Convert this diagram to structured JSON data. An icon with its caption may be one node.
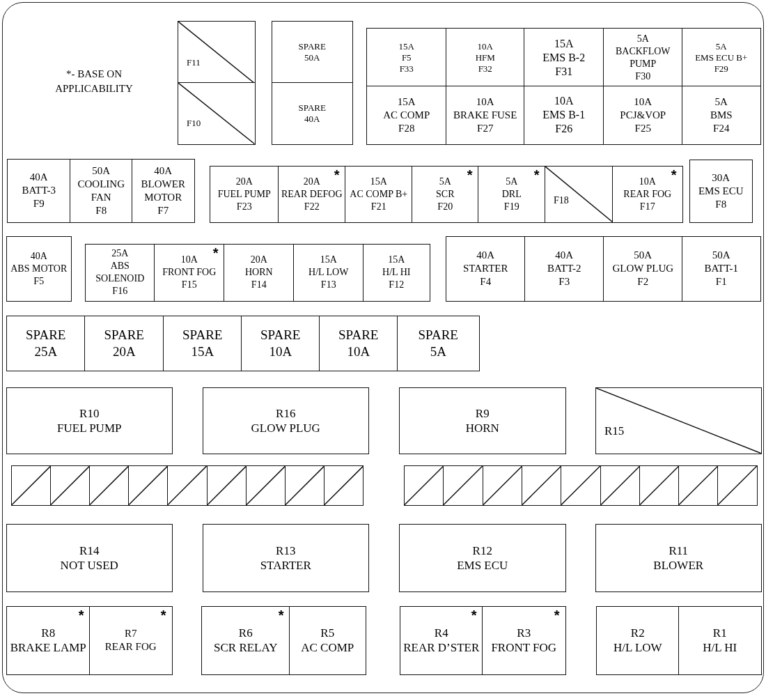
{
  "diagram": {
    "nodes": [
      {
        "text": [
          "F11"
        ]
      },
      {
        "text": [
          "F10"
        ]
      },
      {
        "text": [
          "SPARE",
          "50A"
        ]
      },
      {
        "text": [
          "SPARE",
          "40A"
        ]
      },
      {
        "text": [
          "15A",
          "F5",
          "F33"
        ]
      },
      {
        "text": [
          "10A",
          "HFM",
          "F32"
        ]
      },
      {
        "text": [
          "15A",
          "EMS B-2",
          "F31"
        ]
      },
      {
        "text": [
          "5A",
          "BACKFLOW PUMP",
          "F30"
        ]
      },
      {
        "text": [
          "5A",
          "EMS ECU B+",
          "F29"
        ]
      },
      {
        "text": [
          "15A",
          "AC COMP",
          "F28"
        ]
      },
      {
        "text": [
          "10A",
          "BRAKE FUSE",
          "F27"
        ]
      },
      {
        "text": [
          "10A",
          "EMS B-1",
          "F26"
        ]
      },
      {
        "text": [
          "10A",
          "PCJ&VOP",
          "F25"
        ]
      },
      {
        "text": [
          "5A",
          "BMS",
          "F24"
        ]
      },
      {
        "text": [
          "40A",
          "BATT-3",
          "F9"
        ]
      },
      {
        "text": [
          "50A",
          "COOLING FAN",
          "F8"
        ]
      },
      {
        "text": [
          "40A",
          "BLOWER MOTOR",
          "F7"
        ]
      },
      {
        "text": [
          "20A",
          "FUEL PUMP",
          "F23"
        ]
      },
      {
        "text": [
          "20A",
          "REAR DEFOG",
          "F22",
          "*"
        ]
      },
      {
        "text": [
          "15A",
          "AC COMP B+",
          "F21"
        ]
      },
      {
        "text": [
          "5A",
          "SCR",
          "F20",
          "*"
        ]
      },
      {
        "text": [
          "5A",
          "DRL",
          "F19",
          "*"
        ]
      },
      {
        "text": [
          "F18"
        ]
      },
      {
        "text": [
          "10A",
          "REAR FOG",
          "F17",
          "*"
        ]
      },
      {
        "text": [
          "30A",
          "EMS ECU",
          "F8"
        ]
      },
      {
        "text": [
          "40A",
          "ABS MOTOR",
          "F5"
        ]
      },
      {
        "text": [
          "25A",
          "ABS SOLENOID",
          "F16"
        ]
      },
      {
        "text": [
          "10A",
          "FRONT FOG",
          "F15",
          "*"
        ]
      },
      {
        "text": [
          "20A",
          "HORN",
          "F14"
        ]
      },
      {
        "text": [
          "15A",
          "H/L LOW",
          "F13"
        ]
      },
      {
        "text": [
          "15A",
          "H/L HI",
          "F12"
        ]
      },
      {
        "text": [
          "40A",
          "STARTER",
          "F4"
        ]
      },
      {
        "text": [
          "40A",
          "BATT-2",
          "F3"
        ]
      },
      {
        "text": [
          "50A",
          "GLOW PLUG",
          "F2"
        ]
      },
      {
        "text": [
          "50A",
          "BATT-1",
          "F1"
        ]
      },
      {
        "text": [
          "SPARE",
          "25A"
        ]
      },
      {
        "text": [
          "SPARE",
          "20A"
        ]
      },
      {
        "text": [
          "SPARE",
          "15A"
        ]
      },
      {
        "text": [
          "SPARE",
          "10A"
        ]
      },
      {
        "text": [
          "SPARE",
          "10A"
        ]
      },
      {
        "text": [
          "SPARE",
          "5A"
        ]
      },
      {
        "text": [
          "R10",
          "FUEL PUMP"
        ]
      },
      {
        "text": [
          "R16",
          "GLOW PLUG"
        ]
      },
      {
        "text": [
          "R9",
          "HORN"
        ]
      },
      {
        "text": [
          "R15"
        ]
      },
      {
        "text": [],
        "shape": "box"
      },
      {
        "text": [],
        "shape": "box"
      },
      {
        "text": [],
        "shape": "box"
      },
      {
        "text": [],
        "shape": "box"
      },
      {
        "text": [],
        "shape": "box"
      },
      {
        "text": [],
        "shape": "box"
      },
      {
        "text": [],
        "shape": "box"
      },
      {
        "text": [],
        "shape": "box"
      },
      {
        "text": [],
        "shape": "box"
      },
      {
        "text": [],
        "shape": "box"
      },
      {
        "text": [],
        "shape": "box"
      },
      {
        "text": [],
        "shape": "box"
      },
      {
        "text": [],
        "shape": "box"
      },
      {
        "text": [],
        "shape": "box"
      },
      {
        "text": [],
        "shape": "box"
      },
      {
        "text": [],
        "shape": "box"
      },
      {
        "text": [],
        "shape": "box"
      },
      {
        "text": [],
        "shape": "box"
      },
      {
        "text": [
          "R14",
          "NOT USED"
        ]
      },
      {
        "text": [
          "R13",
          "STARTER"
        ]
      },
      {
        "text": [
          "R12",
          "EMS ECU"
        ]
      },
      {
        "text": [
          "R11",
          "BLOWER"
        ]
      },
      {
        "text": [
          "R8",
          "*",
          "BRAKE LAMP"
        ]
      },
      {
        "text": [
          "R7",
          "*",
          "REAR FOG"
        ]
      },
      {
        "text": [
          "R6",
          "*",
          "SCR RELAY"
        ]
      },
      {
        "text": [
          "R5",
          "AC COMP"
        ]
      },
      {
        "text": [
          "R4",
          "*",
          "REAR D’STER"
        ]
      },
      {
        "text": [
          "R3",
          "*",
          "FRONT FOG"
        ]
      },
      {
        "text": [
          "R2",
          "H/L LOW"
        ]
      },
      {
        "text": [
          "R1",
          "H/L HI"
        ]
      }
    ],
    "labels": [
      "*- BASE ON APPLICABILITY"
    ]
  }
}
